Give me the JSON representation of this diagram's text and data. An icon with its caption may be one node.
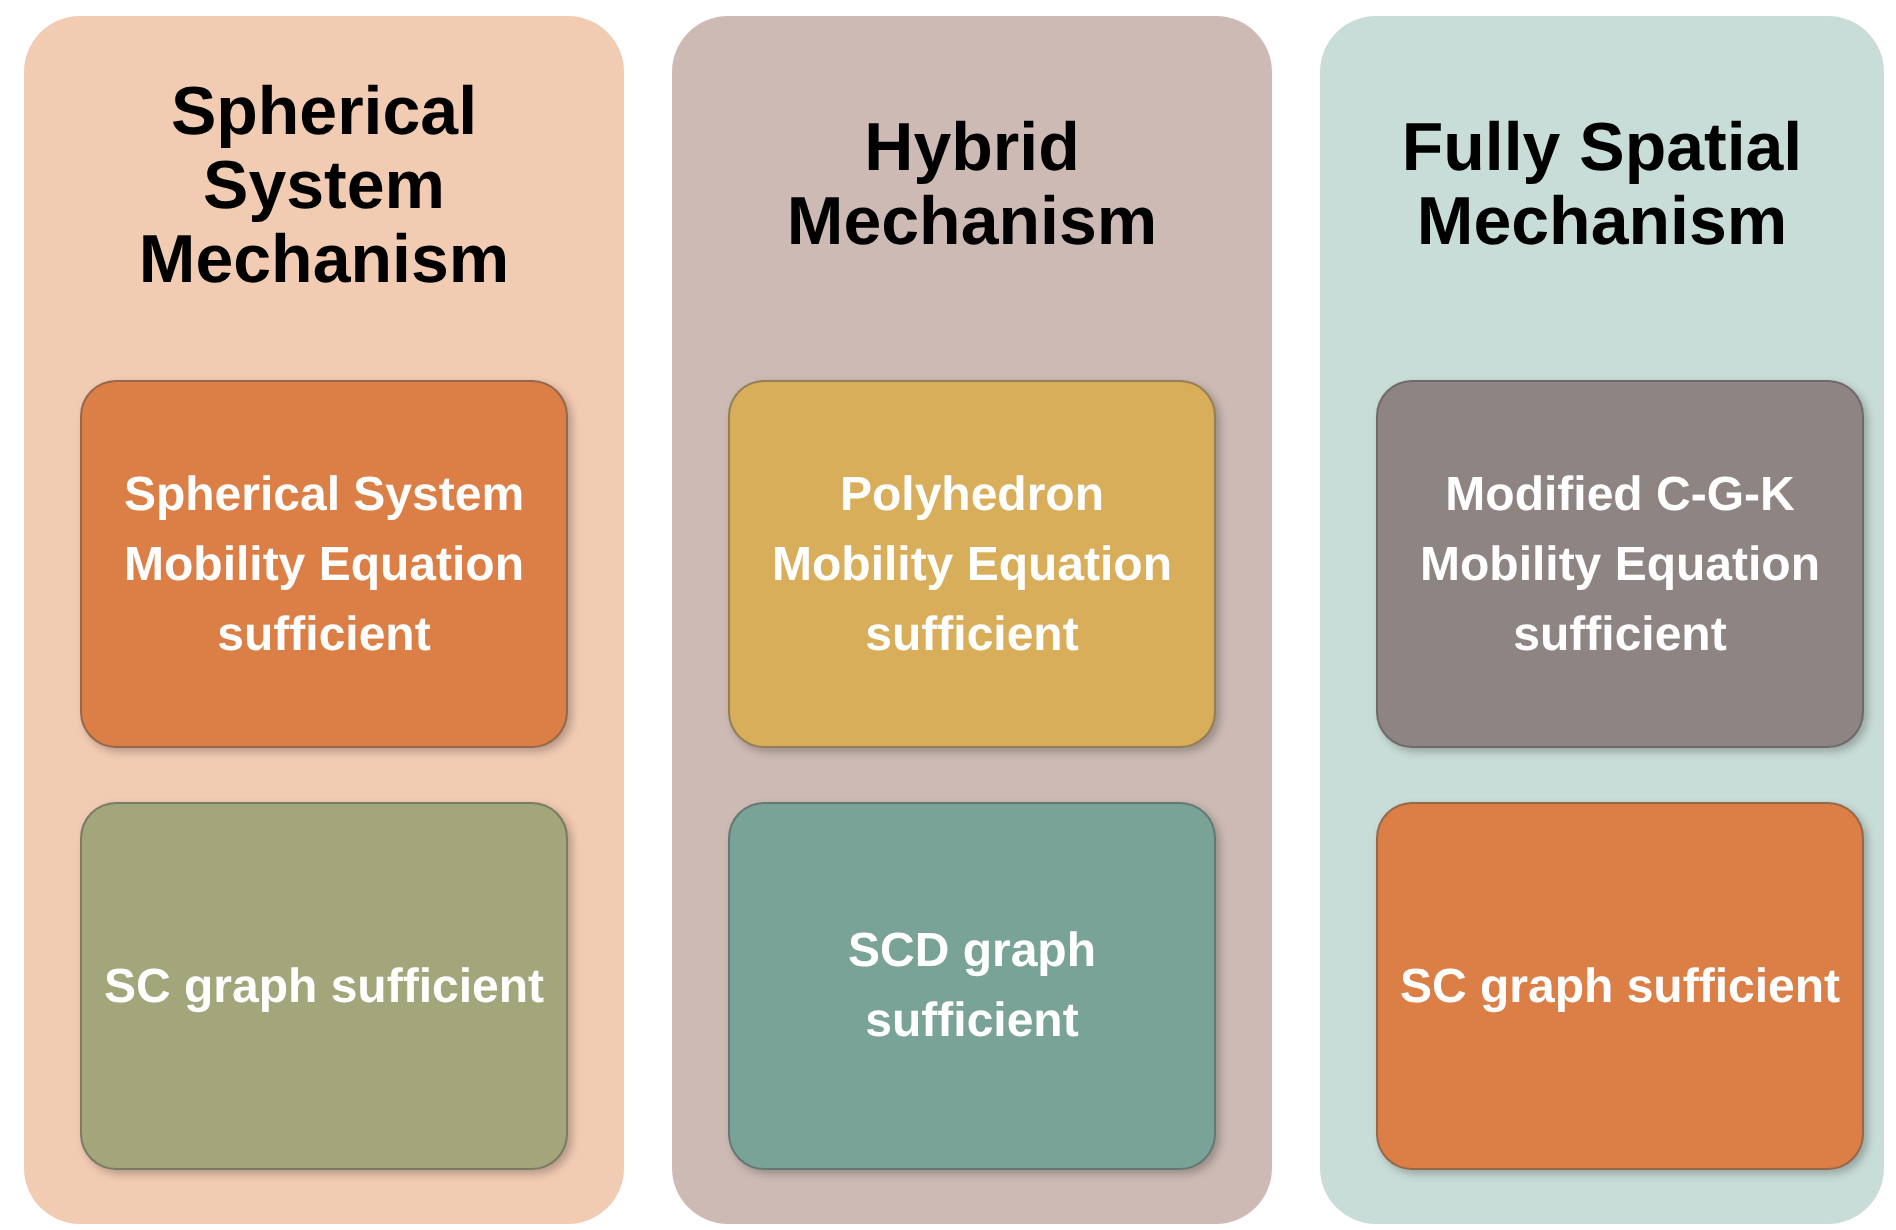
{
  "diagram": {
    "nodes": [
      {
        "text": [
          "Spherical System Mechanism"
        ]
      },
      {
        "text": [
          "Spherical System Mobility Equation sufficient"
        ],
        "in": 0
      },
      {
        "text": [
          "SC graph sufficient"
        ],
        "in": 0
      },
      {
        "text": [
          "Hybrid Mechanism"
        ]
      },
      {
        "text": [
          "Polyhedron Mobility Equation sufficient"
        ],
        "in": 3
      },
      {
        "text": [
          "SCD graph sufficient"
        ],
        "in": 3
      },
      {
        "text": [
          "Fully Spatial Mechanism"
        ]
      },
      {
        "text": [
          "Modified C-G-K Mobility Equation sufficient"
        ],
        "in": 6
      },
      {
        "text": [
          "SC graph sufficient"
        ],
        "in": 6
      }
    ]
  }
}
